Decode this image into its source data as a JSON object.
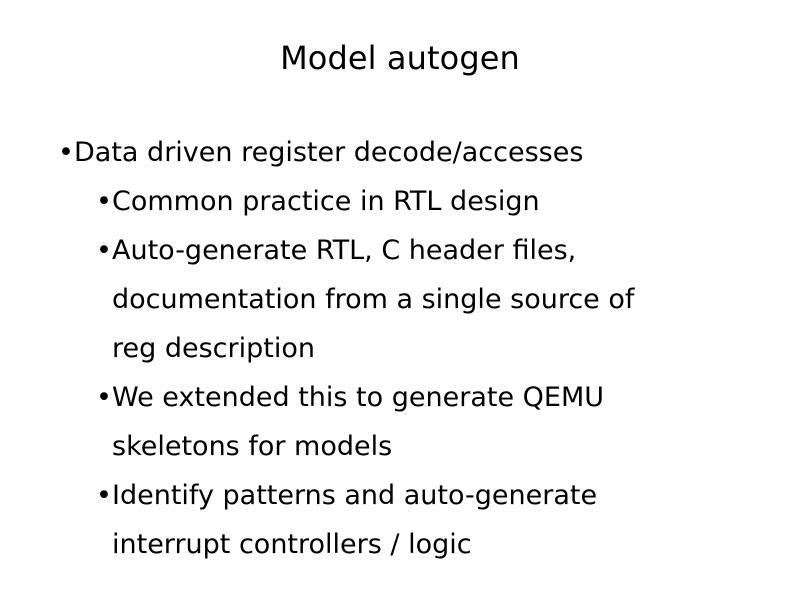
{
  "slide": {
    "title": "Model autogen",
    "background_color": "#ffffff",
    "text_color": "#000000",
    "bullet_glyph": "•",
    "bullets": [
      {
        "level": 1,
        "text": "Data driven register decode/accesses"
      },
      {
        "level": 2,
        "text": "Common practice in RTL design"
      },
      {
        "level": 2,
        "text": "Auto-generate RTL, C header files, documentation from a single source of reg description"
      },
      {
        "level": 2,
        "text": "We extended this to generate QEMU skeletons for models"
      },
      {
        "level": 2,
        "text": "Identify patterns and auto-generate interrupt controllers / logic"
      }
    ]
  }
}
